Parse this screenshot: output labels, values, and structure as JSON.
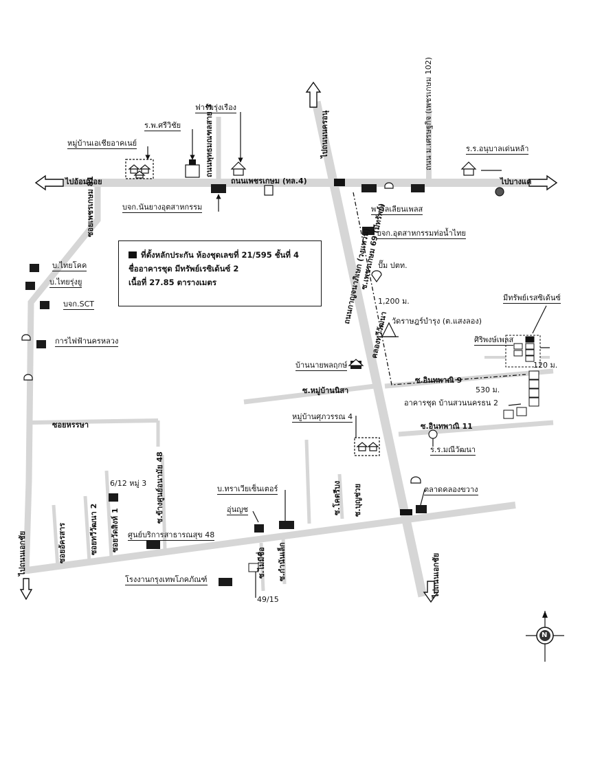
{
  "legend": {
    "line1": "ที่ตั้งหลักประกัน ห้องชุดเลขที่ 21/595 ชั้นที่ 4",
    "line2": "ชื่ออาคารชุด มีทรัพย์เรซิเด้นซ์ 2",
    "line3": "เนื้อที่ 27.85 ตารางเมตร"
  },
  "labels": {
    "to_om_noi": "ไปอ้อมน้อย",
    "to_bang_khae": "ไปบางแค",
    "phetkasem_road": "ถนนเพชรเกษม (ทล.4)",
    "to_nakhon_pathom_north": "ไปถนนนครอนุ",
    "to_nakhon_pathom_south": "ไปถนนเอกชัย",
    "kanchana_road": "ถนนกาญจนาภิเษก (วงแหวน)",
    "soi_phetkasem_69": "ซ.เพชรเกษม 69 (มีทรัพย์)",
    "setthakit_road": "ถนน ม.เศรษฐกิจ (เพชรเกษม 102)",
    "phutthamonthon_3": "ถนนพุทธมณฑลสาย 3",
    "soi_phetkasem_81": "ซอยเพชรเกษม 81",
    "klong_thawee": "คลองทวีวัฒนา",
    "to_ekachai_left": "ไปถนนเอกชัย",
    "farm_rung_rueang": "ฟาร์มรุ่งเรือง",
    "sriwichai_hospital": "ร.พ.ศรีวิชัย",
    "asia_village": "หมู่บ้านเอเชียอาคเนย์",
    "anuban_school": "ร.ร.อนุบาลเด่นหล้า",
    "rubber_company": "บจก.นันยางอุตสาหกรรม",
    "pavilion_place": "พาวิลเลียนเพลส",
    "pipe_company": "บจก.อุตสาหกรรมท่อน้ำไทย",
    "ptt_station": "ปั๊ม ปตท.",
    "distance_1200": "1,200 ม.",
    "wat_rat": "วัดราษฎร์บำรุง (ต.แสงลอง)",
    "meesap_residence": "มีทรัพย์เรสซิเด้นซ์",
    "siriphong_place": "ศิริพงษ์เพลส",
    "distance_120": "120 ม.",
    "ban_nai": "บ้านนายพลฤกษ์",
    "soi_inthapan_9": "ซ.อินทพาณิ 9",
    "distance_530": "530 ม.",
    "suan_building": "อาคารชุด บ้านสวนนครธน 2",
    "soi_village_nisa": "ซ.หมู่บ้านนิสา",
    "soi_inthapan_11": "ซ.อินทพาณิ 11",
    "school_small": "ร.ร.มณีวัฒนา",
    "supawan_village": "หมู่บ้านศุภวรรณ 4",
    "thai_coke": "บ.ไทยโคค",
    "thai_rungyu": "บ.ไทยรุ่งยู",
    "sct_company": "บจก.SCT",
    "electricity": "การไฟฟ้านครหลวง",
    "soi_nirasa": "ซอยหรรษา",
    "moo3": "6/12 หมู่ 3",
    "soi_market": "ซ.ข้างศูนย์อนามัย 48",
    "health_center": "ศูนย์บริการสาธารณสุข 48",
    "soi_a": "ซอยอัครสาร",
    "soi_b": "ซอยทวีวัฒนา 2",
    "soi_c": "ซอยวัดสิงห์ 1",
    "trawian": "บ.ทราเวียเซ็นเตอร์",
    "anuchon": "อุ่นญช",
    "soi_mai": "ซ.ไม่มีชื่อ",
    "soi_kamnan": "ซ.กำนันเล็ก",
    "soi_kho": "ซ.โคตรีบง",
    "soi_bun": "ซ.บุญช่วย",
    "market_khlong": "ตลาดคลองขวาง",
    "factory": "โรงงานกรุงเทพโภคภัณฑ์",
    "num_49": "49/15",
    "compass_n": "N"
  },
  "colors": {
    "road": "#d6d6d6",
    "road_edge": "#bdbdbd",
    "ink": "#111111",
    "marker": "#1a1a1a"
  },
  "icons": [
    "house-icon",
    "building-icon",
    "shell-station-icon",
    "ptt-station-icon",
    "temple-icon",
    "compass-icon",
    "arrow-icon"
  ]
}
